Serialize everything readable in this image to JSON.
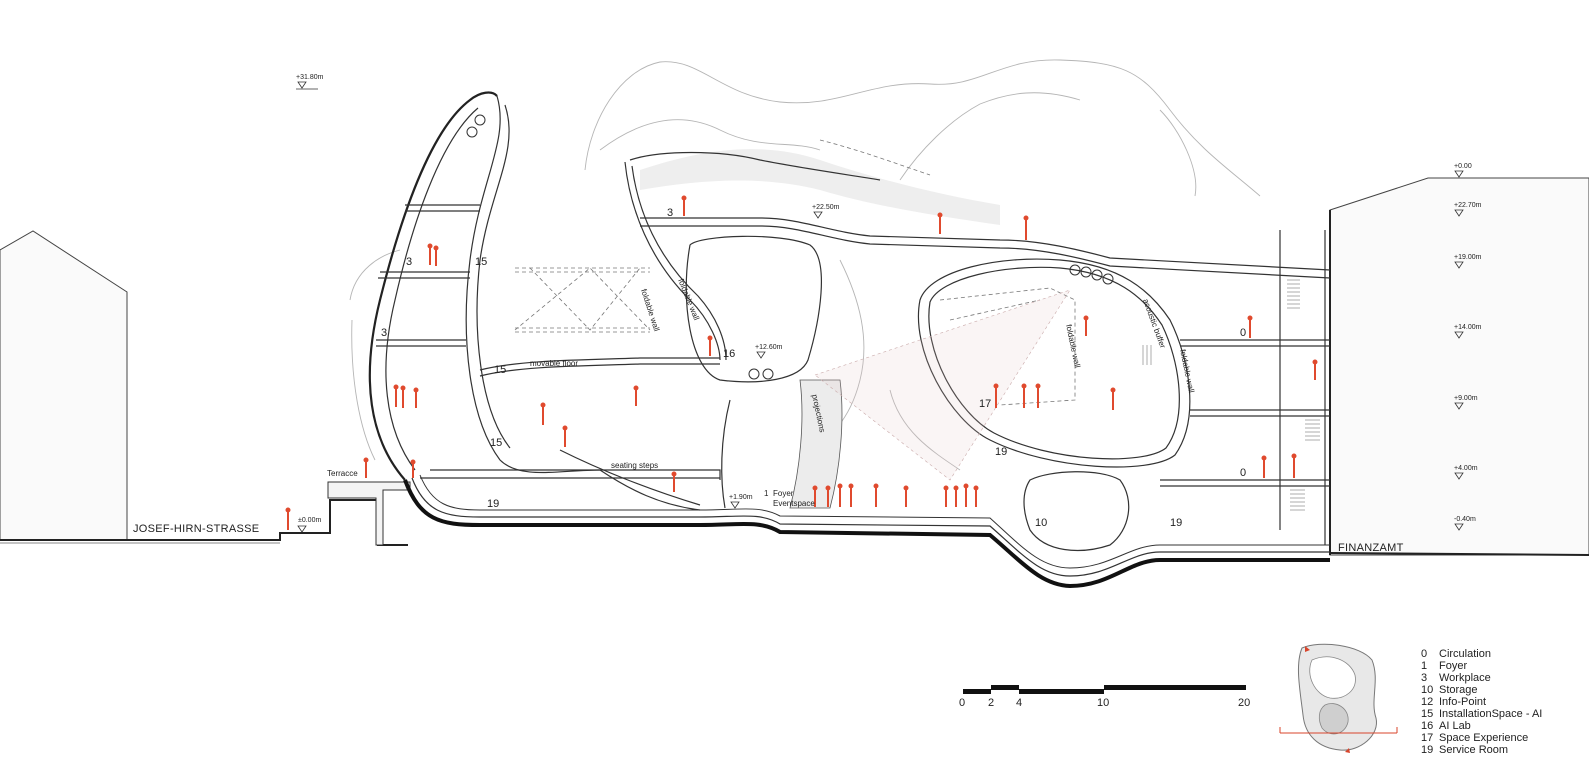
{
  "streets": {
    "left": "JOSEF-HIRN-STRASSE",
    "right": "FINANZAMT",
    "terrace": "Terracce"
  },
  "levels": {
    "top_left": "+31.80m",
    "street": "±0.00m",
    "right": [
      "+0.00",
      "+22.70m",
      "+19.00m",
      "+14.00m",
      "+9.00m",
      "+4.00m",
      "-0.40m"
    ],
    "inner": [
      "+22.50m",
      "+12.60m",
      "+1.90m"
    ]
  },
  "notes": {
    "foldable_wall_a": "foldable wall",
    "foldable_wall_b": "foldable wall",
    "foldable_wall_c": "foldable wall",
    "foldable_wall_d": "foldable wall",
    "acoustic_buffer": "acoustic buffer",
    "movable_floor": "movable floor",
    "seating_steps": "seating steps",
    "projections": "projections",
    "foyer": "Foyer",
    "foyer_num": "1",
    "eventspace": "Eventspace"
  },
  "room_numbers": {
    "a": "3",
    "b": "3",
    "c": "3",
    "d": "15",
    "e": "15",
    "f": "15",
    "g": "16",
    "h": "17",
    "i": "19",
    "j": "19",
    "k": "19",
    "l": "10",
    "m": "0",
    "n": "0"
  },
  "scale": {
    "ticks": [
      "0",
      "2",
      "4",
      "10",
      "20"
    ],
    "tick_values": [
      0,
      2,
      4,
      10,
      20
    ]
  },
  "legend": [
    {
      "num": "0",
      "label": "Circulation"
    },
    {
      "num": "1",
      "label": "Foyer"
    },
    {
      "num": "3",
      "label": "Workplace"
    },
    {
      "num": "10",
      "label": "Storage"
    },
    {
      "num": "12",
      "label": "Info-Point"
    },
    {
      "num": "15",
      "label": "InstallationSpace - AI"
    },
    {
      "num": "16",
      "label": "AI Lab"
    },
    {
      "num": "17",
      "label": "Space Experience"
    },
    {
      "num": "19",
      "label": "Service Room"
    }
  ],
  "colors": {
    "people": "#e04a2e",
    "lines": "#333333",
    "ghost": "#b5b5b5"
  }
}
